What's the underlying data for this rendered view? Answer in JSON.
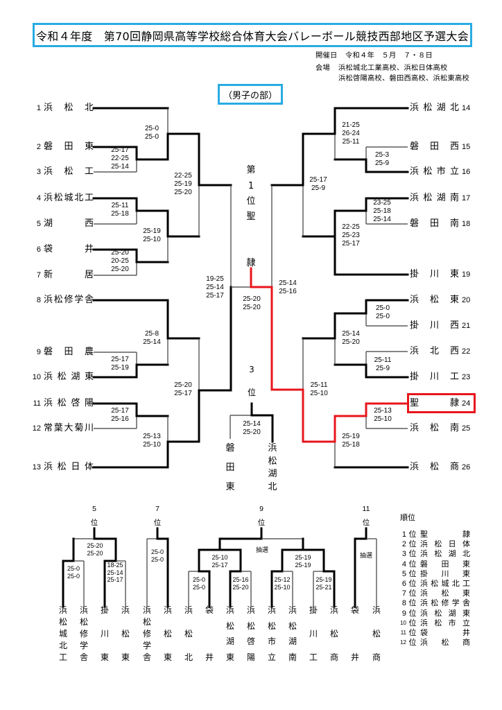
{
  "header": {
    "title": "令和４年度　第70回静岡県高等学校総合体育大会バレーボール競技西部地区予選大会",
    "date_label": "開催日",
    "date_value": "令和４年　５月　７・８日",
    "venue_label": "会場",
    "venue_line1": "浜松城北工業高校、浜松日体高校",
    "venue_line2": "浜松啓陽高校、磐田西高校、浜松東高校",
    "division": "（男子の部）"
  },
  "colors": {
    "accent": "#29abe2",
    "highlight": "#e8141c",
    "line": "#000000"
  },
  "main_bracket": {
    "left_teams": [
      {
        "seed": "1",
        "name": "浜松北"
      },
      {
        "seed": "2",
        "name": "磐田東"
      },
      {
        "seed": "3",
        "name": "浜松工"
      },
      {
        "seed": "4",
        "name": "浜松城北工"
      },
      {
        "seed": "5",
        "name": "湖西"
      },
      {
        "seed": "6",
        "name": "袋井"
      },
      {
        "seed": "7",
        "name": "新居"
      },
      {
        "seed": "8",
        "name": "浜松修学舎"
      },
      {
        "seed": "9",
        "name": "磐田農"
      },
      {
        "seed": "10",
        "name": "浜松湖東"
      },
      {
        "seed": "11",
        "name": "浜松啓陽"
      },
      {
        "seed": "12",
        "name": "常葉大菊川"
      },
      {
        "seed": "13",
        "name": "浜松日体"
      }
    ],
    "right_teams": [
      {
        "seed": "14",
        "name": "浜松湖北"
      },
      {
        "seed": "15",
        "name": "磐田西"
      },
      {
        "seed": "16",
        "name": "浜松市立"
      },
      {
        "seed": "17",
        "name": "浜松湖南"
      },
      {
        "seed": "18",
        "name": "磐田南"
      },
      {
        "seed": "19",
        "name": "掛川東"
      },
      {
        "seed": "20",
        "name": "浜松東"
      },
      {
        "seed": "21",
        "name": "掛川西"
      },
      {
        "seed": "22",
        "name": "浜北西"
      },
      {
        "seed": "23",
        "name": "掛川工"
      },
      {
        "seed": "24",
        "name": "聖隷"
      },
      {
        "seed": "25",
        "name": "浜松南"
      },
      {
        "seed": "26",
        "name": "浜松商"
      }
    ],
    "left_scores": [
      "25-0\n25-0",
      "25-17\n22-25\n25-14",
      "22-25\n25-19\n25-20",
      "25-11\n25-18",
      "25-19\n25-10",
      "25-20\n20-25\n25-20",
      "25-8\n25-14",
      "25-17\n25-19",
      "25-20\n25-17",
      "25-17\n25-16",
      "25-13\n25-10"
    ],
    "right_scores": [
      "21-25\n26-24\n25-11",
      "25-3\n25-9",
      "25-17\n25-9",
      "23-25\n25-18\n25-14",
      "22-25\n25-23\n25-17",
      "25-0\n25-0",
      "25-14\n25-20",
      "25-11\n25-9",
      "25-11\n25-10",
      "25-13\n25-10",
      "25-19\n25-18"
    ],
    "semifinal_left_score": "19-25\n25-14\n25-17",
    "semifinal_right_score": "25-14\n25-16",
    "final": {
      "label": "第1位",
      "champion": "聖隷",
      "score": "25-20\n25-20"
    },
    "third_place": {
      "label": "3位",
      "teams": [
        "磐田東",
        "浜松湖北"
      ],
      "score": "25-14\n25-20"
    }
  },
  "placement": [
    {
      "label": "5位",
      "teams": [
        "浜松城北工",
        "浜松修学舎",
        "掛川東",
        "浜松東"
      ],
      "scores": [
        "25-20\n25-20",
        "25-0\n25-0",
        "18-25\n25-14\n25-17"
      ]
    },
    {
      "label": "7位",
      "teams": [
        "浜松修学舎",
        "浜松東"
      ],
      "scores": [
        "25-0\n25-0"
      ]
    },
    {
      "label": "9位",
      "teams": [
        "浜松北",
        "袋井",
        "浜松湖東",
        "浜松啓陽",
        "浜松市立",
        "浜松湖南",
        "掛川工",
        "浜松商"
      ],
      "scores": [
        "抽選",
        "25-10\n25-17",
        "25-19\n25-19",
        "25-0\n25-0",
        "25-16\n25-20",
        "25-12\n25-10",
        "25-19\n25-21"
      ]
    },
    {
      "label": "11位",
      "teams": [
        "袋井",
        "浜松商"
      ],
      "scores": [
        "抽選"
      ]
    }
  ],
  "ranking": {
    "title": "順位",
    "unit": "位",
    "rows": [
      {
        "rank": "1",
        "name": "聖隷"
      },
      {
        "rank": "2",
        "name": "浜松日体"
      },
      {
        "rank": "3",
        "name": "浜松湖北"
      },
      {
        "rank": "4",
        "name": "磐田東"
      },
      {
        "rank": "5",
        "name": "掛川東"
      },
      {
        "rank": "6",
        "name": "浜松城北工"
      },
      {
        "rank": "7",
        "name": "浜松東"
      },
      {
        "rank": "8",
        "name": "浜松修学舎"
      },
      {
        "rank": "9",
        "name": "浜松湖東"
      },
      {
        "rank": "10",
        "name": "浜松市立"
      },
      {
        "rank": "11",
        "name": "袋井"
      },
      {
        "rank": "12",
        "name": "浜松商"
      }
    ]
  }
}
